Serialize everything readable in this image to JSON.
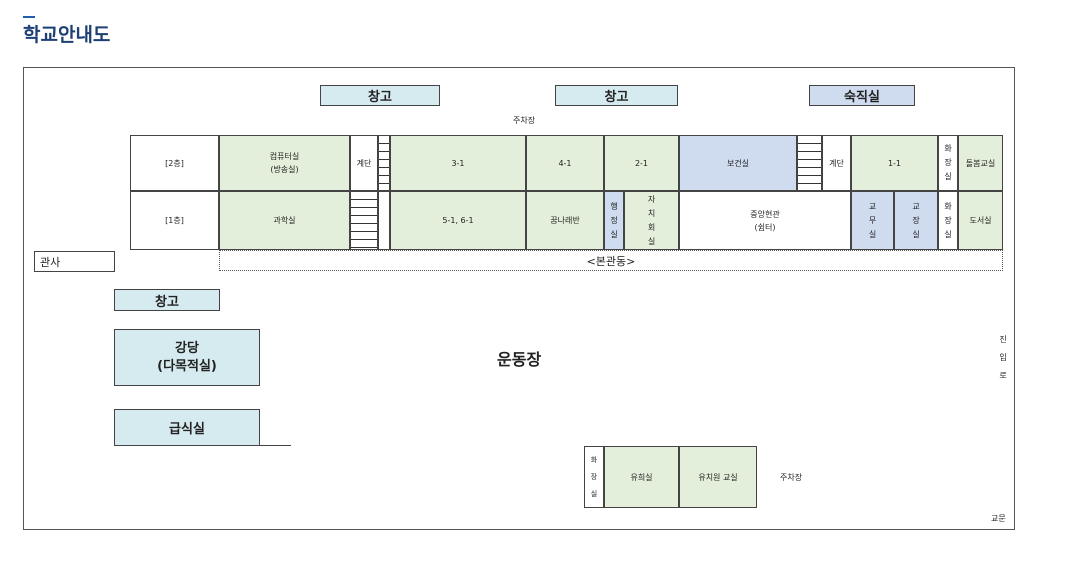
{
  "page_title": "학교안내도",
  "top": {
    "storage_a": "창고",
    "storage_b": "창고",
    "night_duty": "숙직실",
    "parking": "주차장"
  },
  "floor2": {
    "label": "[2층]",
    "computer_room": "컴퓨터실",
    "broadcast_room": "(방송실)",
    "stairs_left": "계단",
    "r3_1": "3-1",
    "r4_1": "4-1",
    "r2_1": "2-1",
    "health_room": "보건실",
    "stairs_right": "계단",
    "r1_1": "1-1",
    "restroom": "화장실",
    "care_room": "돌봄교실"
  },
  "floor1": {
    "label": "[1층]",
    "science_room": "과학실",
    "r5_6": "5-1, 6-1",
    "dream_class": "꿈나래반",
    "admin_room": "행정실",
    "student_council": "자치회실",
    "central_hall": "중앙현관",
    "rest_area": "(쉼터)",
    "teachers_room": "교무실",
    "principal_room": "교장실",
    "restroom": "화장실",
    "library": "도서실"
  },
  "main_building": "<본관동>",
  "residence": "관사",
  "storage_c": "창고",
  "auditorium": "강당",
  "auditorium_sub": "(다목적실)",
  "cafeteria": "급식실",
  "playground": "운동장",
  "entrance_road": "진입로",
  "bottom": {
    "restroom": "화장실",
    "playroom": "유희실",
    "kindergarten": "유치원 교실",
    "parking": "주차장"
  },
  "school_gate": "교문"
}
